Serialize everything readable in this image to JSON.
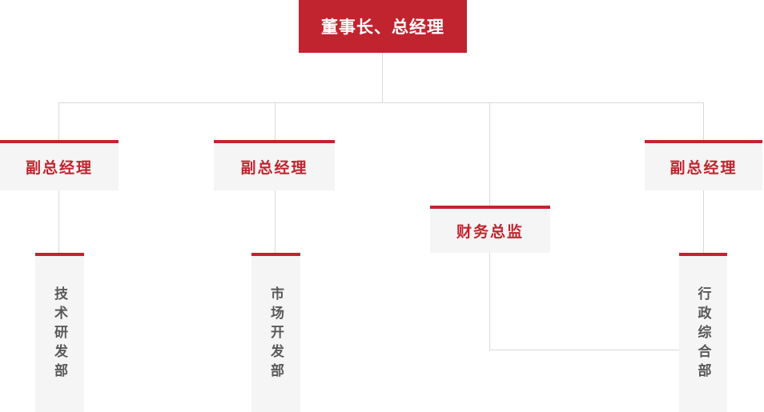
{
  "theme": {
    "accent_red": "#c2242f",
    "box_bg": "#f5f5f5",
    "line_color": "#d9d9d9",
    "dept_text": "#595959",
    "root_text": "#ffffff",
    "page_bg": "#ffffff"
  },
  "org_chart": {
    "root": {
      "label": "董事长、总经理"
    },
    "level2": [
      {
        "label": "副总经理"
      },
      {
        "label": "副总经理"
      },
      {
        "label": "财务总监"
      },
      {
        "label": "副总经理"
      }
    ],
    "level3": [
      {
        "label": "技术研发部"
      },
      {
        "label": "市场开发部"
      },
      {
        "label": "行政综合部"
      }
    ]
  }
}
